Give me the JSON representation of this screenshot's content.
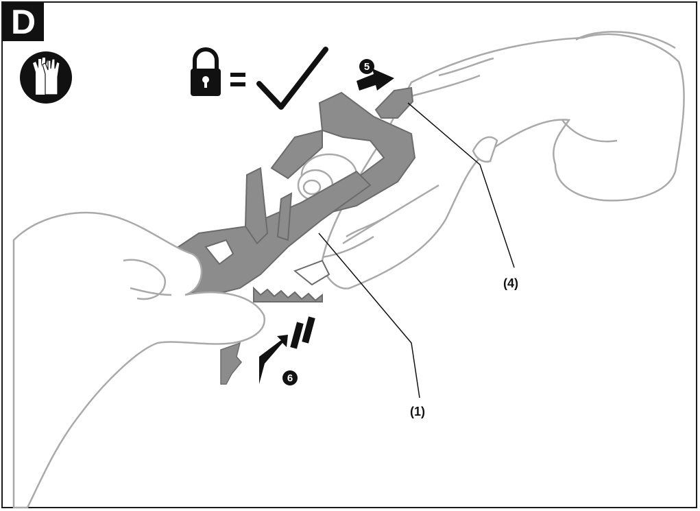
{
  "figure": {
    "letter": "D"
  },
  "icons": {
    "gloves": "gloves-icon",
    "lock": "lock-icon",
    "check": "checkmark-icon",
    "equals": "="
  },
  "steps": [
    {
      "id": "step-5",
      "number": "5"
    },
    {
      "id": "step-6",
      "number": "6"
    }
  ],
  "callouts": {
    "blade": "(1)",
    "release_lever": "(4)"
  },
  "colors": {
    "ink": "#111111",
    "highlight_gray": "#8c8c8c",
    "outline_gray": "#b0b0b0",
    "white": "#ffffff"
  }
}
